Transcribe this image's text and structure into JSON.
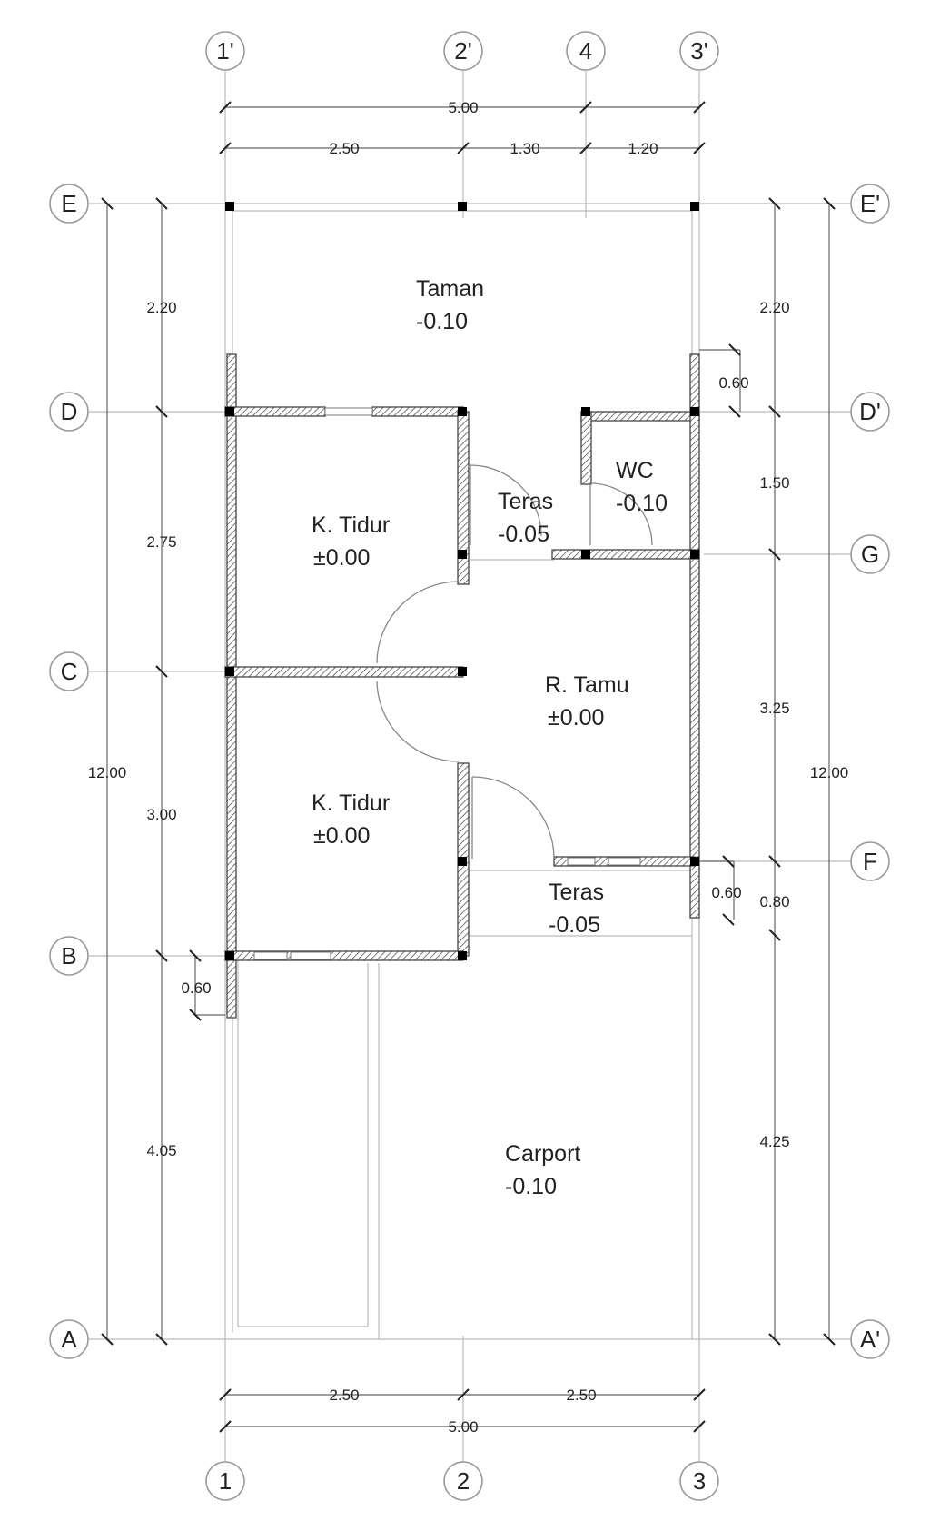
{
  "grid": {
    "top": [
      "1'",
      "2'",
      "4",
      "3'"
    ],
    "bottom": [
      "1",
      "2",
      "3"
    ],
    "left": [
      "E",
      "D",
      "C",
      "B",
      "A"
    ],
    "right": [
      "E'",
      "D'",
      "G",
      "F",
      "A'"
    ]
  },
  "dimensions": {
    "top_total": "5.00",
    "top_segments": [
      "2.50",
      "1.30",
      "1.20"
    ],
    "bottom_total": "5.00",
    "bottom_segments": [
      "2.50",
      "2.50"
    ],
    "left_total": "12.00",
    "left_segments": [
      "2.20",
      "2.75",
      "3.00",
      "4.05"
    ],
    "right_total": "12.00",
    "right_segments": [
      "2.20",
      "1.50",
      "3.25",
      "0.80",
      "4.25"
    ],
    "overhangs": [
      "0.60",
      "0.60",
      "0.60"
    ]
  },
  "rooms": [
    {
      "name": "Taman",
      "level": "-0.10"
    },
    {
      "name": "K. Tidur",
      "level": "±0.00"
    },
    {
      "name": "Teras",
      "level": "-0.05"
    },
    {
      "name": "WC",
      "level": "-0.10"
    },
    {
      "name": "R. Tamu",
      "level": "±0.00"
    },
    {
      "name": "K. Tidur",
      "level": "±0.00"
    },
    {
      "name": "Teras",
      "level": "-0.05"
    },
    {
      "name": "Carport",
      "level": "-0.10"
    }
  ],
  "colors": {
    "wall_hatch": "#555555",
    "grid_line": "#bbbbbb",
    "text": "#222222"
  }
}
